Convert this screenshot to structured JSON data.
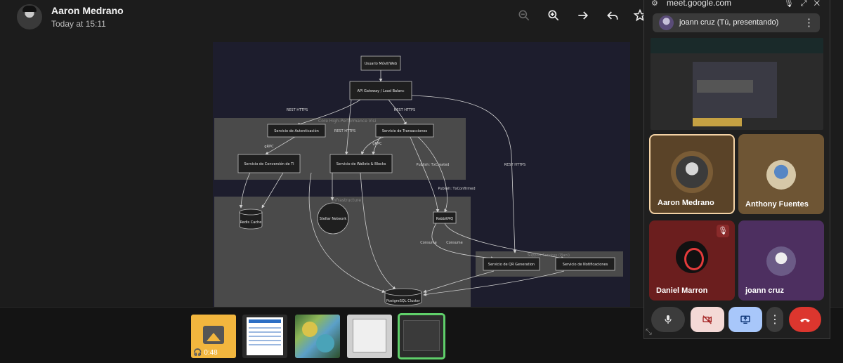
{
  "header": {
    "sender_name": "Aaron Medrano",
    "timestamp": "Today at 15:11",
    "icons": [
      "zoom-out-icon",
      "zoom-in-icon",
      "forward-icon",
      "reply-icon",
      "star-icon"
    ]
  },
  "diagram": {
    "nodes": {
      "user": "Usuario Móvil/Web",
      "gateway": "API Gateway / Load Balanc",
      "auth": "Servicio de Autenticación",
      "tx": "Servicio de Transacciones",
      "conversion": "Servicio de Conversión de Ti",
      "wallets": "Servicio de Wallets & Blocks",
      "redis": "Redis Cache",
      "stellar": "Stellar Network",
      "rabbit": "RabbitMQ",
      "qr": "Servicio de QR Generation",
      "notif": "Servicio de Notificaciones",
      "postgres": "PostgreSQL Cluster"
    },
    "groups": {
      "core": "Core High-Performance Visi",
      "infra": "Infrastructure",
      "support": "Support Services (Plani)"
    },
    "edges": {
      "rest1": "REST HTTPS",
      "rest2": "REST HTTPS",
      "rest3": "REST HTTPS",
      "rest4": "REST HTTPS",
      "grpc1": "gRPC",
      "grpc2": "gRPC",
      "pub_created": "Publish: TxCreated",
      "pub_confirmed": "Publish: TxConfirmed",
      "consume1": "Consume",
      "consume2": "Consume"
    }
  },
  "attachments": {
    "audio_duration": "0:48",
    "items": [
      "audio-file",
      "document",
      "photo",
      "paper",
      "screenshot"
    ]
  },
  "meet": {
    "url": "meet.google.com",
    "presenting_label": "joann cruz (Tú, presentando)",
    "participants": [
      {
        "name": "Aaron Medrano",
        "active_speaker": true
      },
      {
        "name": "Anthony Fuentes",
        "active_speaker": false
      },
      {
        "name": "Daniel Marron",
        "muted": true
      },
      {
        "name": "joann cruz",
        "active_speaker": false
      }
    ],
    "colors": {
      "hangup": "#dc362e",
      "share": "#a8c7fa",
      "camera_off": "#f4d9d6",
      "selected_thumb": "#5fcf6a"
    }
  }
}
